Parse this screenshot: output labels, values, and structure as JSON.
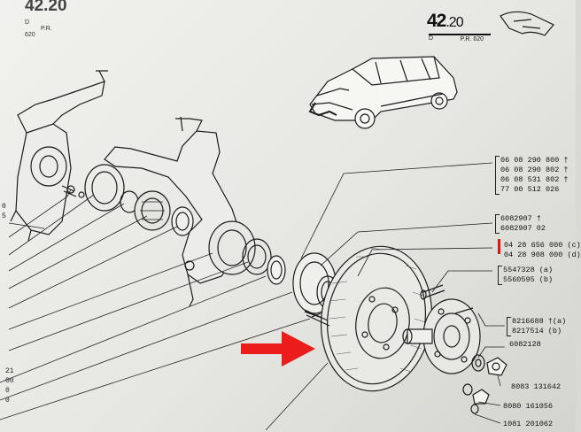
{
  "header": {
    "page_number": "42",
    "page_decimal": ".20",
    "page_letter": "D",
    "page_pr": "P.R. 620",
    "cut_page_number": "42.20",
    "cut_page_letter": "D",
    "cut_page_pr": "P.R. 620"
  },
  "references": [
    {
      "lines": [
        "06 08 290 800 †",
        "06 08 290 802 †",
        "06 08 531 802 †",
        "77 00 512 026"
      ]
    },
    {
      "lines": [
        "6082907 †",
        "6082907 02"
      ]
    },
    {
      "lines": [
        "04 28 656 000 (c)",
        "04 28 908 000 (d)"
      ]
    },
    {
      "lines": [
        "5547328 (a)",
        "5560595 (b)"
      ]
    },
    {
      "lines": [
        "8216688 †(a)",
        "8217514   (b)"
      ]
    },
    {
      "lines": [
        "6082128"
      ]
    },
    {
      "lines": [
        "8083 131642"
      ]
    },
    {
      "lines": [
        "8080 161056"
      ]
    },
    {
      "lines": [
        "1081 201062"
      ]
    }
  ],
  "left_references": {
    "top": [
      "0",
      "5"
    ],
    "bottom": [
      "21",
      "00",
      "0",
      "0"
    ]
  },
  "colors": {
    "arrow": "#ea1c1c",
    "ink": "#1a1a1a",
    "paper": "#eeeeea"
  }
}
